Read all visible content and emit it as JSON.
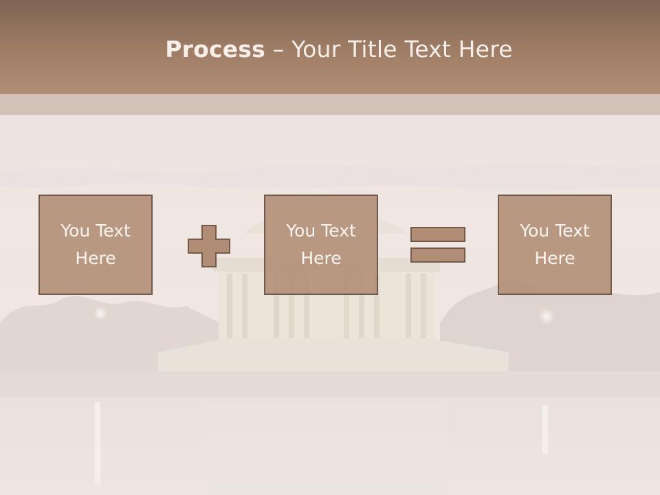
{
  "title": {
    "bold": "Process",
    "separator": " – ",
    "rest": "Your Title Text Here"
  },
  "steps": [
    {
      "text": "You Text Here"
    },
    {
      "text": "You Text Here"
    },
    {
      "text": "You Text Here"
    }
  ],
  "operators": [
    "plus-icon",
    "equals-icon"
  ],
  "colors": {
    "title_band": "#a07e66",
    "box_fill": "#b08d74",
    "box_border": "#6f5a4c",
    "operator_fill": "#b08d74",
    "text_light": "#fbf5f0"
  }
}
